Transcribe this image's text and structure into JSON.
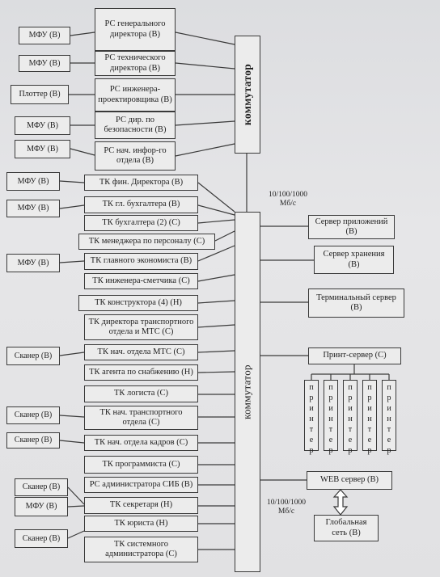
{
  "switch_top": "коммутатор",
  "switch_main": "коммутатор",
  "speed_top": [
    "10/100/1000",
    "Мб/с"
  ],
  "speed_bottom": [
    "10/100/1000",
    "Мб/с"
  ],
  "peripherals": {
    "p1": "МФУ (В)",
    "p2": "МФУ (В)",
    "p3": "Плоттер (В)",
    "p4": "МФУ (В)",
    "p5": "МФУ (В)",
    "p6": "МФУ (В)",
    "p7": "МФУ (В)",
    "p8": "МФУ (В)",
    "p9": "Сканер (В)",
    "p10": "Сканер (В)",
    "p11": "Сканер (В)",
    "p12": "Сканер (В)",
    "p13": "МФУ (В)",
    "p14": "Сканер (В)"
  },
  "workstations": {
    "w1": "РС генерального директора (В)",
    "w2": "РС технического директора (В)",
    "w3": "РС инженера-проектировщика (В)",
    "w4": "РС дир. по безопасности (В)",
    "w5": "РС нач. инфор-го отдела (В)",
    "w6": "ТК фин. Директора (В)",
    "w7": "ТК гл. бухгалтера (В)",
    "w8": "ТК бухгалтера (2) (С)",
    "w9": "ТК менеджера по персоналу (С)",
    "w10": "ТК главного экономиста (В)",
    "w11": "ТК инженера-сметчика (С)",
    "w12": "ТК конструктора (4) (Н)",
    "w13": "ТК директора транспортного отдела и МТС (С)",
    "w14": "ТК нач. отдела МТС (С)",
    "w15": "ТК агента по снабжению (Н)",
    "w16": "ТК логиста (С)",
    "w17": "ТК нач. транспортного отдела (С)",
    "w18": "ТК нач. отдела кадров (С)",
    "w19": "ТК программиста (С)",
    "w20": "РС администратора СИБ (В)",
    "w21": "ТК секретаря (Н)",
    "w22": "ТК юриста (Н)",
    "w23": "ТК системного администратора (С)"
  },
  "servers": {
    "app": "Сервер приложений (В)",
    "storage": "Сервер хранения (В)",
    "terminal": "Терминальный сервер (В)",
    "print": "Принт-сервер (С)",
    "web": "WEB сервер (В)",
    "global": "Глобальная сеть (В)"
  },
  "printers": {
    "pr1": "п р и н т е р",
    "pr2": "п р и н т е р",
    "pr3": "п р и н т е р",
    "pr4": "п р и н т е р",
    "pr5": "п р и н т е р"
  }
}
